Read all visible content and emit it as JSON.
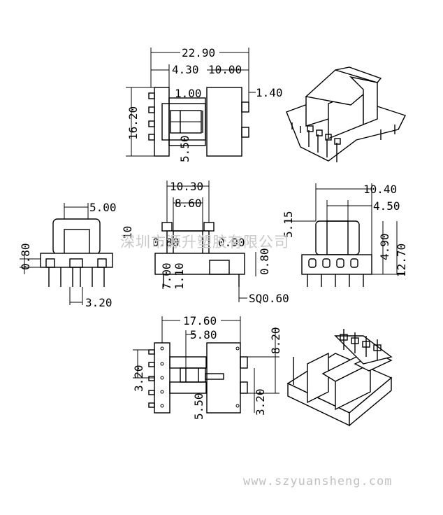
{
  "top_view": {
    "overall_width": "22.90",
    "left_offset": "4.30",
    "center_width": "10.00",
    "height": "16.20",
    "slot": "1.00",
    "right_step": "1.40",
    "window": "5.50"
  },
  "side_view": {
    "flange": "5.00",
    "left_height": "0.80",
    "cut_label": "10"
  },
  "front_view": {
    "outer": "10.30",
    "inner": "8.60",
    "left_step": "0.80",
    "right_step": "0.90",
    "pin_len": "7.00",
    "pin_base": "1.10",
    "foot": "0.80",
    "pin_spec": "SQ0.60",
    "pitch": "3.20"
  },
  "end_view": {
    "width": "10.40",
    "core": "4.50",
    "top": "5.15",
    "mid": "4.90",
    "height": "12.70"
  },
  "bottom_view": {
    "width": "17.60",
    "inner": "5.80",
    "height": "8.20",
    "left_pitch": "3.20",
    "right_pitch": "3.20",
    "window": "5.50"
  },
  "watermark": "深圳市源升塑胶有限公司",
  "website": "www.szyuansheng.com"
}
